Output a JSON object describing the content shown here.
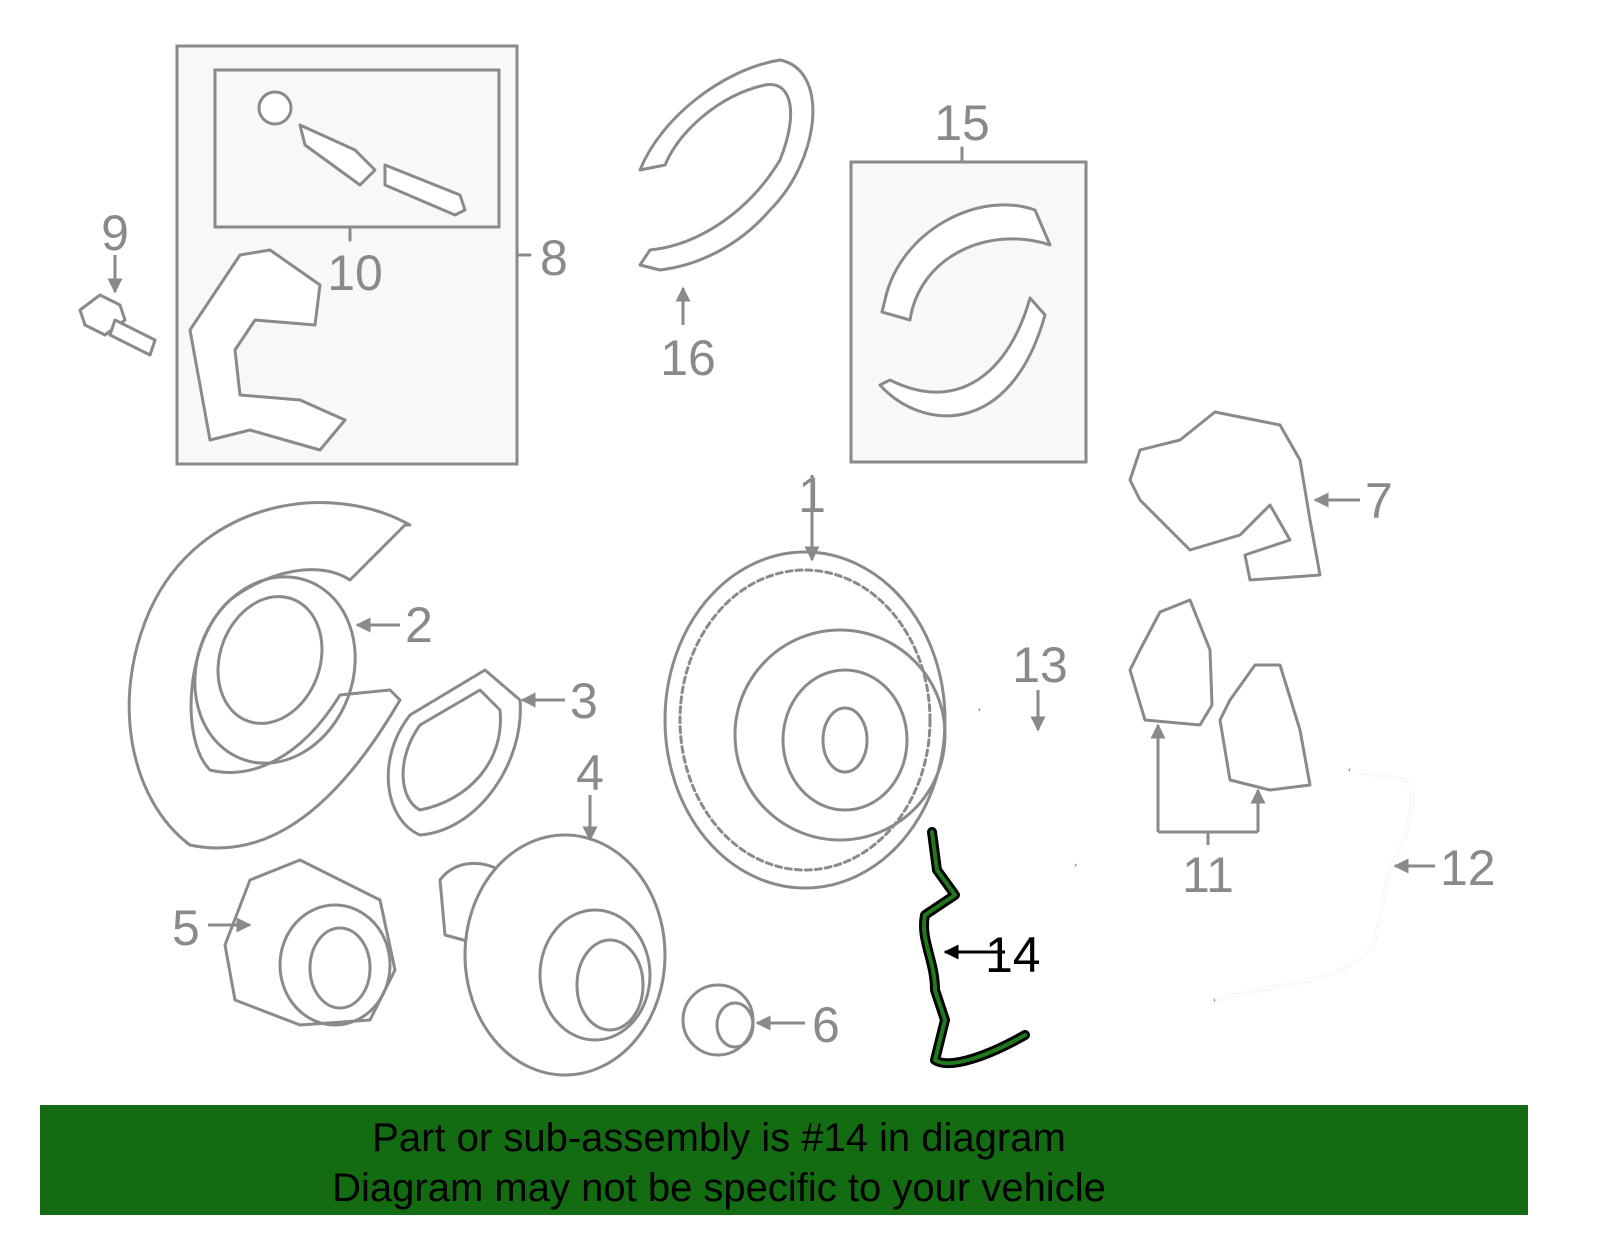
{
  "diagram": {
    "highlighted_part": "14",
    "highlight_color": "#1f7a1a",
    "labels": [
      "1",
      "2",
      "3",
      "4",
      "5",
      "6",
      "7",
      "8",
      "9",
      "10",
      "11",
      "12",
      "13",
      "14",
      "15",
      "16"
    ]
  },
  "banner": {
    "line1": "Part or sub-assembly is #14 in diagram",
    "line2": "Diagram may not be specific to your vehicle",
    "color": "#146c12"
  }
}
